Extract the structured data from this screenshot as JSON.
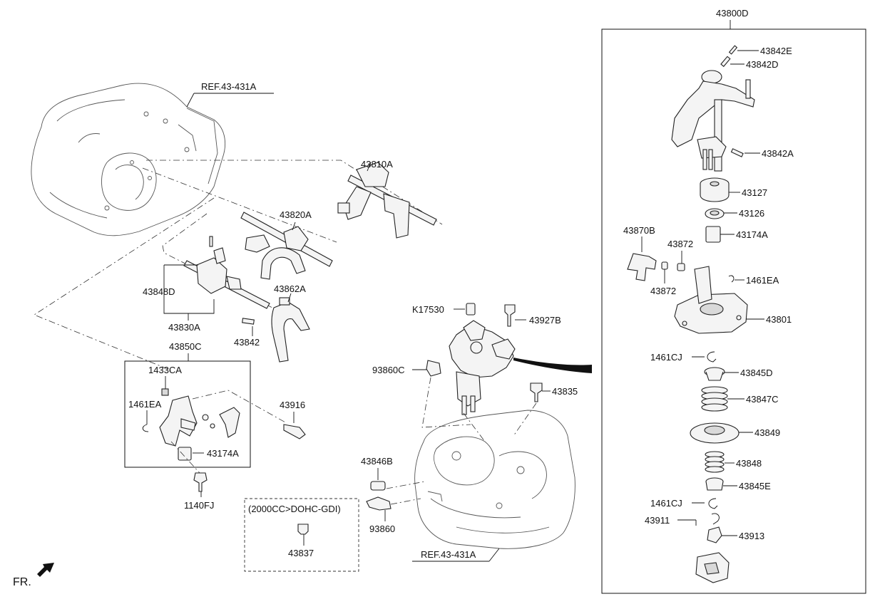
{
  "labels": {
    "ref_top": "REF.43-431A",
    "ref_bottom": "REF.43-431A",
    "p43810A": "43810A",
    "p43820A": "43820A",
    "p43848D": "43848D",
    "p43830A": "43830A",
    "p43862A": "43862A",
    "p43842": "43842",
    "p43850C": "43850C",
    "p1433CA": "1433CA",
    "p1461EA_left": "1461EA",
    "p43916": "43916",
    "p43174A_left": "43174A",
    "p1140FJ": "1140FJ",
    "pK17530": "K17530",
    "p43927B": "43927B",
    "p93860C": "93860C",
    "p43835": "43835",
    "p43846B": "43846B",
    "p93860": "93860",
    "variant_note": "(2000CC>DOHC-GDI)",
    "p43837": "43837",
    "fr": "FR.",
    "p43800D": "43800D",
    "p43842E": "43842E",
    "p43842D": "43842D",
    "p43842A": "43842A",
    "p43127": "43127",
    "p43126": "43126",
    "p43870B": "43870B",
    "p43872_top": "43872",
    "p43174A_right": "43174A",
    "p43872_bottom": "43872",
    "p1461EA_right": "1461EA",
    "p43801": "43801",
    "p1461CJ_top": "1461CJ",
    "p43845D": "43845D",
    "p43847C": "43847C",
    "p43849": "43849",
    "p43848": "43848",
    "p43845E": "43845E",
    "p1461CJ_bottom": "1461CJ",
    "p43911": "43911",
    "p43913": "43913"
  }
}
